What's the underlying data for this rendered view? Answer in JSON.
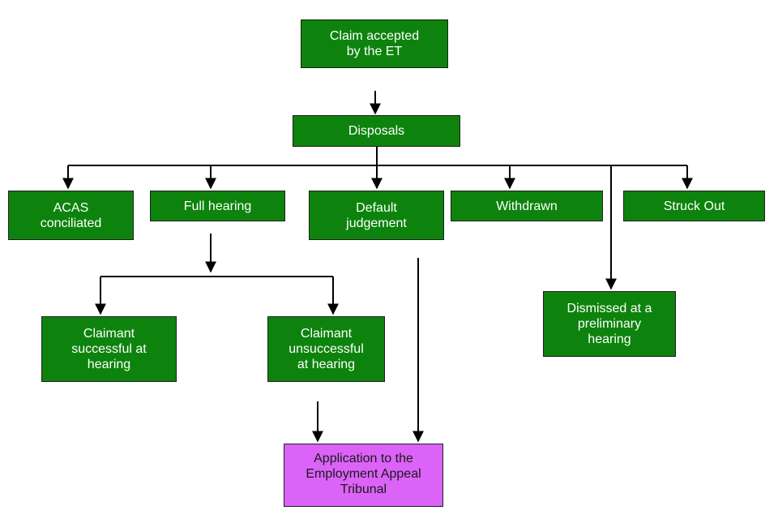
{
  "diagram": {
    "colors": {
      "box_fill": "#0d830d",
      "box_text": "#ffffff",
      "appeal_fill": "#dc63f7",
      "appeal_text": "#1a1a1a",
      "connector": "#000000"
    },
    "nodes": {
      "claim_accepted": "Claim accepted\nby the ET",
      "disposals": "Disposals",
      "acas_conciliated": "ACAS\nconciliated",
      "full_hearing": "Full hearing",
      "default_judgement": "Default\njudgement",
      "withdrawn": "Withdrawn",
      "struck_out": "Struck Out",
      "claimant_successful": "Claimant\nsuccessful at\nhearing",
      "claimant_unsuccessful": "Claimant\nunsuccessful\nat hearing",
      "dismissed_preliminary": "Dismissed at a\npreliminary\nhearing",
      "appeal_application": "Application to the\nEmployment Appeal\nTribunal"
    }
  }
}
